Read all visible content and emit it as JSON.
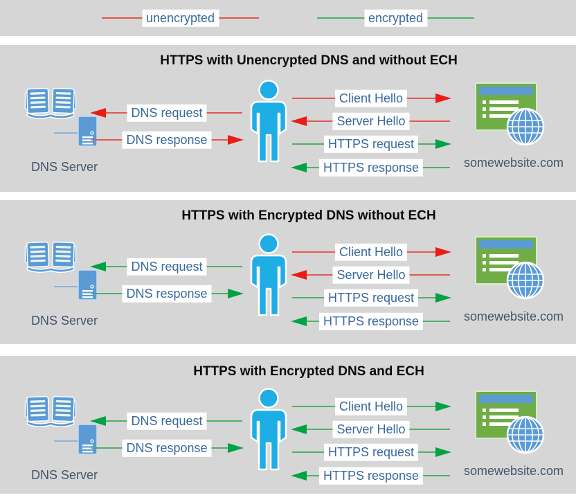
{
  "colors": {
    "unencrypted_line": "#e05a50",
    "unencrypted_head": "#ec1b15",
    "encrypted_line": "#4fb068",
    "encrypted_head": "#00a343",
    "panel_background": "#d6d6d6",
    "label_text": "#39699f",
    "actor_text": "#44546a",
    "person_blue": "#1fade6",
    "office_blue": "#5b9bd5",
    "website_green": "#70ad47"
  },
  "legend": {
    "items": [
      {
        "label": "unencrypted",
        "encryption": "unencrypted",
        "direction": "none"
      },
      {
        "label": "encrypted",
        "encryption": "encrypted",
        "direction": "none"
      }
    ]
  },
  "panels": [
    {
      "title": "HTTPS with Unencrypted DNS and without ECH",
      "dns_server_label": "DNS Server",
      "website_label": "somewebsite.com",
      "arrows": [
        {
          "id": "dns-request",
          "label": "DNS request",
          "direction": "left",
          "encryption": "unencrypted"
        },
        {
          "id": "dns-response",
          "label": "DNS response",
          "direction": "right",
          "encryption": "unencrypted"
        },
        {
          "id": "client-hello",
          "label": "Client Hello",
          "direction": "right",
          "encryption": "unencrypted"
        },
        {
          "id": "server-hello",
          "label": "Server Hello",
          "direction": "left",
          "encryption": "unencrypted"
        },
        {
          "id": "https-request",
          "label": "HTTPS request",
          "direction": "right",
          "encryption": "encrypted"
        },
        {
          "id": "https-response",
          "label": "HTTPS response",
          "direction": "left",
          "encryption": "encrypted"
        }
      ]
    },
    {
      "title": "HTTPS with Encrypted DNS without ECH",
      "dns_server_label": "DNS Server",
      "website_label": "somewebsite.com",
      "arrows": [
        {
          "id": "dns-request",
          "label": "DNS request",
          "direction": "left",
          "encryption": "encrypted"
        },
        {
          "id": "dns-response",
          "label": "DNS response",
          "direction": "right",
          "encryption": "encrypted"
        },
        {
          "id": "client-hello",
          "label": "Client Hello",
          "direction": "right",
          "encryption": "unencrypted"
        },
        {
          "id": "server-hello",
          "label": "Server Hello",
          "direction": "left",
          "encryption": "unencrypted"
        },
        {
          "id": "https-request",
          "label": "HTTPS request",
          "direction": "right",
          "encryption": "encrypted"
        },
        {
          "id": "https-response",
          "label": "HTTPS response",
          "direction": "left",
          "encryption": "encrypted"
        }
      ]
    },
    {
      "title": "HTTPS with Encrypted DNS and ECH",
      "dns_server_label": "DNS Server",
      "website_label": "somewebsite.com",
      "arrows": [
        {
          "id": "dns-request",
          "label": "DNS request",
          "direction": "left",
          "encryption": "encrypted"
        },
        {
          "id": "dns-response",
          "label": "DNS response",
          "direction": "right",
          "encryption": "encrypted"
        },
        {
          "id": "client-hello",
          "label": "Client Hello",
          "direction": "right",
          "encryption": "encrypted"
        },
        {
          "id": "server-hello",
          "label": "Server Hello",
          "direction": "left",
          "encryption": "encrypted"
        },
        {
          "id": "https-request",
          "label": "HTTPS request",
          "direction": "right",
          "encryption": "encrypted"
        },
        {
          "id": "https-response",
          "label": "HTTPS response",
          "direction": "left",
          "encryption": "encrypted"
        }
      ]
    }
  ]
}
